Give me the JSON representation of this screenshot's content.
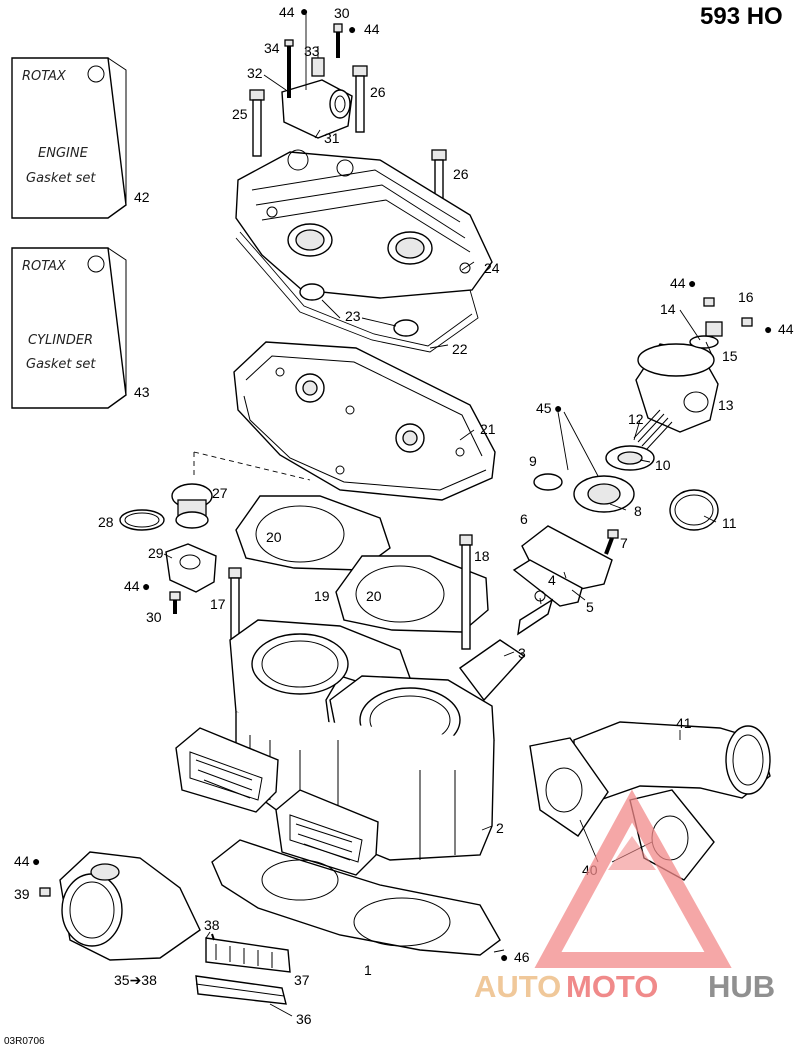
{
  "title": "593 HO",
  "reference_code": "03R0706",
  "kits": [
    {
      "brand": "ROTAX",
      "line1": "ENGINE",
      "line2": "Gasket set",
      "number": "42"
    },
    {
      "brand": "ROTAX",
      "line1": "CYLINDER",
      "line2": "Gasket set",
      "number": "43"
    }
  ],
  "callouts": {
    "c44a": "44",
    "c30a": "30",
    "c44b": "44",
    "c34": "34",
    "c33": "33",
    "c32": "32",
    "c25": "25",
    "c26a": "26",
    "c31": "31",
    "c26b": "26",
    "c24": "24",
    "c23": "23",
    "c22": "22",
    "c21": "21",
    "c44c": "44",
    "c16": "16",
    "c14": "14",
    "c44d": "44",
    "c15": "15",
    "c13": "13",
    "c45": "45",
    "c12": "12",
    "c9": "9",
    "c10": "10",
    "c27": "27",
    "c28": "28",
    "c8": "8",
    "c11": "11",
    "c6": "6",
    "c7": "7",
    "c29": "29",
    "c20a": "20",
    "c18": "18",
    "c44e": "44",
    "c19": "19",
    "c20b": "20",
    "c17": "17",
    "c30b": "30",
    "c4": "4",
    "c5": "5",
    "c3": "3",
    "c41": "41",
    "c2": "2",
    "c44f": "44",
    "c39": "39",
    "c40": "40",
    "c38": "38",
    "c46": "46",
    "c1": "1",
    "c37": "37",
    "c35_38": "35➔38",
    "c36": "36"
  },
  "watermark": {
    "part1": "AUTO",
    "part2": "MOTO",
    "part3": "HUB"
  },
  "colors": {
    "watermark_red": "#f28a8a",
    "watermark_orange": "#f0c89a",
    "watermark_grey": "#909090"
  }
}
